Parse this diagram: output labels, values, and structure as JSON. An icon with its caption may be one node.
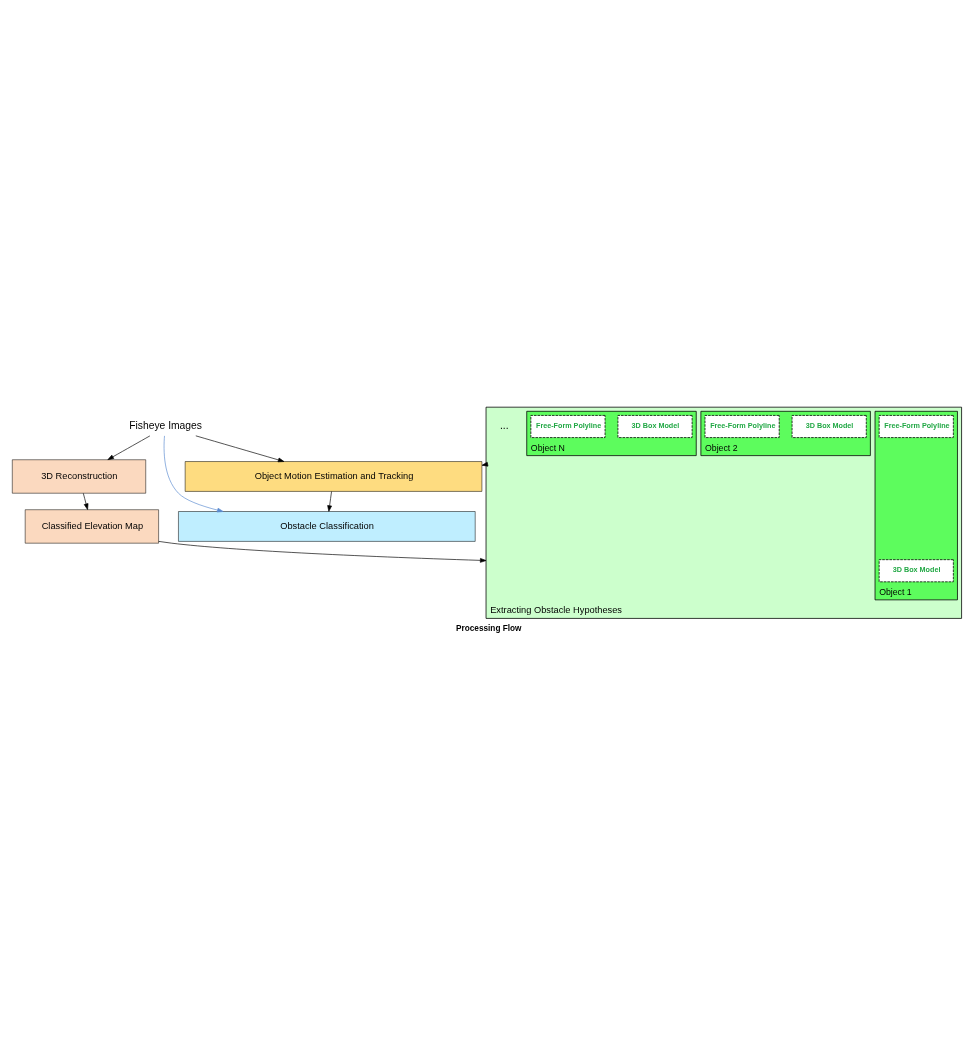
{
  "diagram": {
    "caption": "Processing Flow",
    "nodes": [
      {
        "text": [
          "Fisheye Images"
        ]
      },
      {
        "text": [
          "3D Reconstruction"
        ]
      },
      {
        "text": [
          "Classified Elevation Map"
        ]
      },
      {
        "text": [
          "Extracting Obstacle Hypotheses"
        ]
      },
      {
        "text": [
          "Object 1"
        ],
        "in": 3
      },
      {
        "text": [
          "3D Box Model"
        ],
        "in": 4
      },
      {
        "text": [
          "Free-Form Polyline"
        ],
        "in": 4
      },
      {
        "text": [
          "Object 2"
        ],
        "in": 3
      },
      {
        "text": [
          "3D Box Model"
        ],
        "in": 7
      },
      {
        "text": [
          "Free-Form Polyline"
        ],
        "in": 7
      },
      {
        "text": [
          "Object N"
        ],
        "in": 3
      },
      {
        "text": [
          "3D Box Model"
        ],
        "in": 10
      },
      {
        "text": [
          "Free-Form Polyline"
        ],
        "in": 10
      },
      {
        "text": [
          "Object Motion Estimation and Tracking"
        ]
      },
      {
        "text": [
          "Obstacle Classification"
        ]
      }
    ],
    "edges": [
      {
        "from": 0,
        "to": 1,
        "arrow": "to"
      },
      {
        "from": 0,
        "to": 13,
        "arrow": "to"
      },
      {
        "from": 0,
        "to": 14,
        "arrow": "to",
        "color": "#5b8bd0"
      },
      {
        "from": 1,
        "to": 2,
        "arrow": "to"
      },
      {
        "from": 2,
        "to": 3,
        "arrow": "to"
      },
      {
        "from": 3,
        "to": 13,
        "arrow": "to"
      },
      {
        "from": 13,
        "to": 14,
        "arrow": "to"
      }
    ],
    "labels": [
      "..."
    ]
  }
}
